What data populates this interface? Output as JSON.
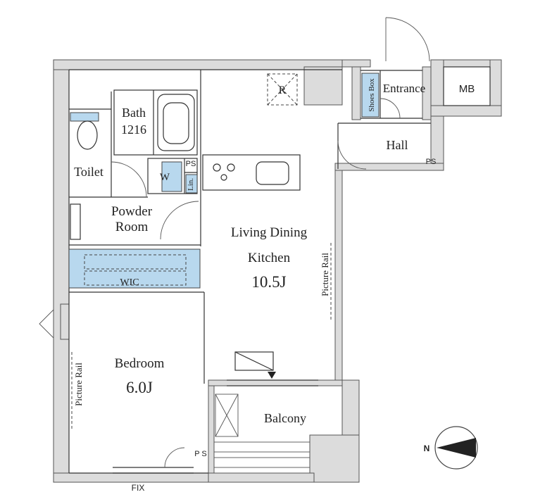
{
  "rooms": {
    "entrance": "Entrance",
    "mb": "MB",
    "hall": "Hall",
    "ps_hall": "PS",
    "shoes_box": "Shoes Box",
    "bath": "Bath",
    "bath_size": "1216",
    "toilet": "Toilet",
    "washer": "W",
    "ps_bath": "PS",
    "linen": "Lin.",
    "powder_room_1": "Powder",
    "powder_room_2": "Room",
    "wic": "WIC",
    "ldk_1": "Living Dining",
    "ldk_2": "Kitchen",
    "ldk_size": "10.5J",
    "bedroom": "Bedroom",
    "bedroom_size": "6.0J",
    "balcony": "Balcony",
    "ps_balcony": "P S",
    "fix": "FIX",
    "refrigerator": "R"
  },
  "annotations": {
    "picture_rail_ldk": "Picture Rail",
    "picture_rail_bedroom": "Picture Rail"
  },
  "compass": {
    "label": "N"
  },
  "colors": {
    "wall": "#dcdcdc",
    "blue": "#b8d8ee",
    "line": "#333333"
  }
}
